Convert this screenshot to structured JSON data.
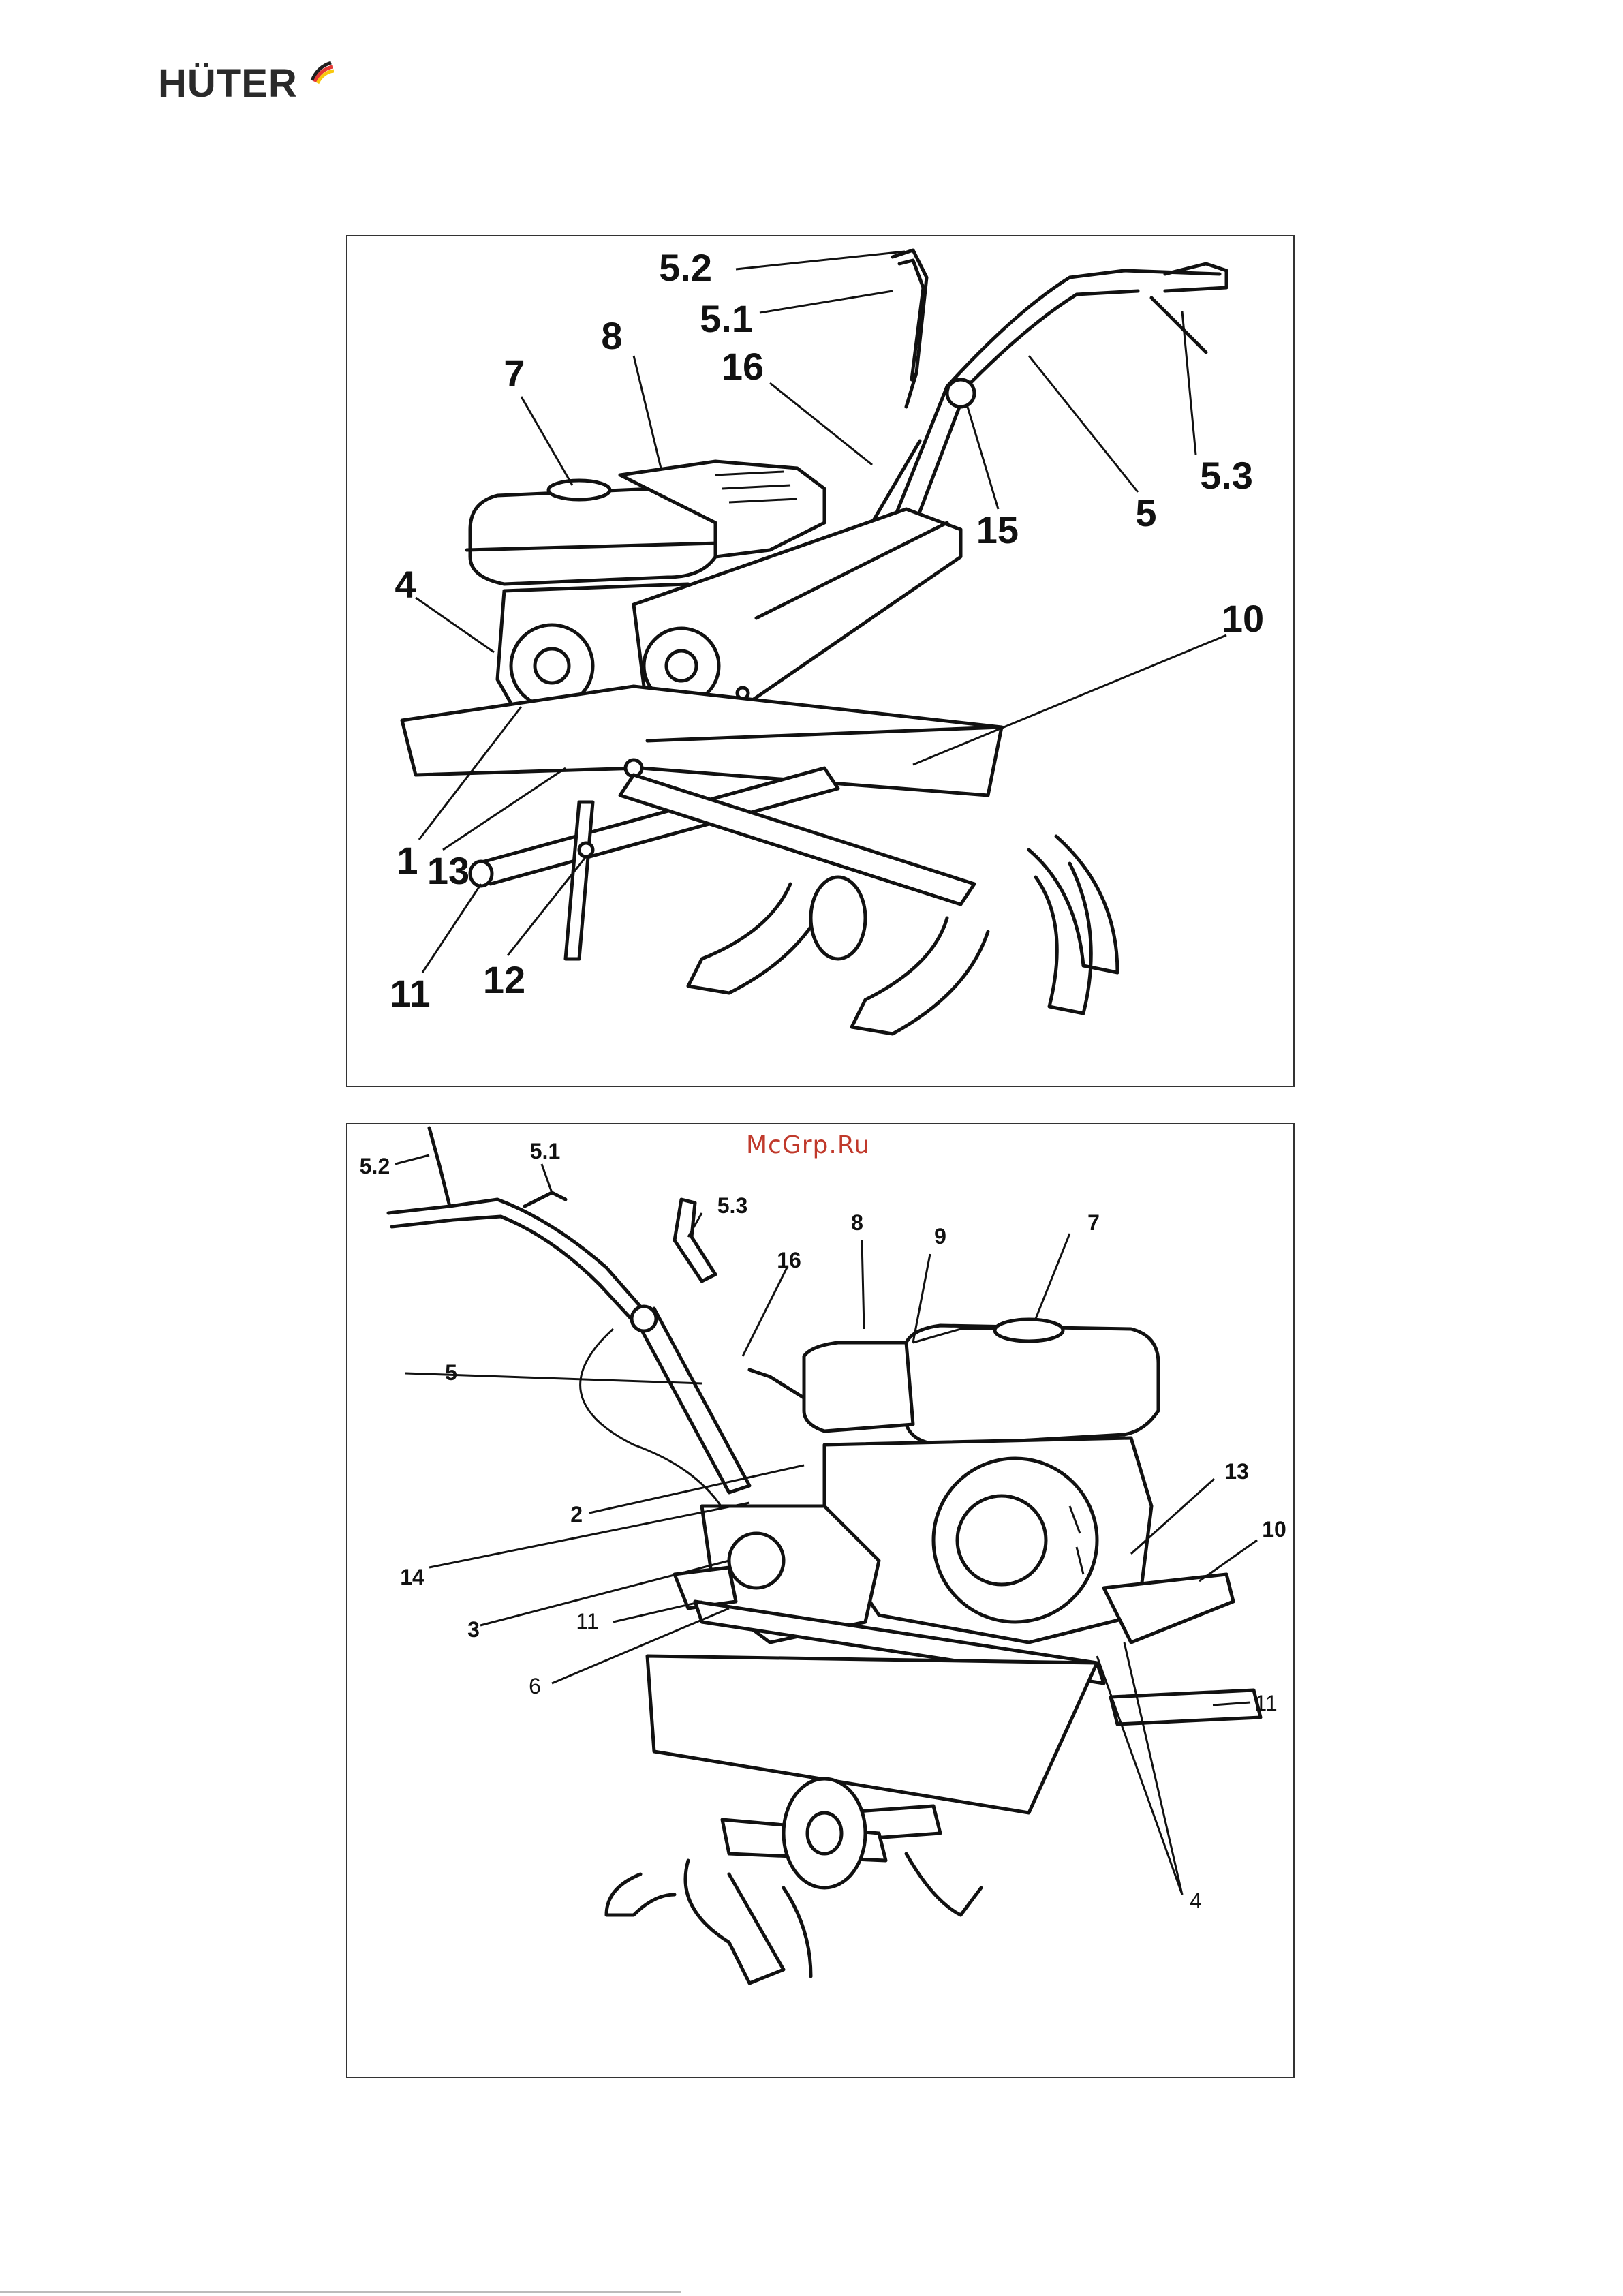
{
  "brand": {
    "name": "HÜTER",
    "accent_colors": [
      "#e53935",
      "#f9c80e",
      "#1e1e1e"
    ]
  },
  "watermark": {
    "text": "McGrp.Ru",
    "color": "#c0392b"
  },
  "figure_top": {
    "labels": [
      "5.2",
      "5.1",
      "8",
      "7",
      "16",
      "15",
      "5",
      "5.3",
      "4",
      "10",
      "1",
      "13",
      "11",
      "12"
    ]
  },
  "figure_bottom": {
    "labels": [
      "5.2",
      "5.1",
      "5.3",
      "8",
      "9",
      "7",
      "16",
      "5",
      "2",
      "14",
      "3",
      "11",
      "6",
      "13",
      "10",
      "11",
      "4"
    ]
  }
}
